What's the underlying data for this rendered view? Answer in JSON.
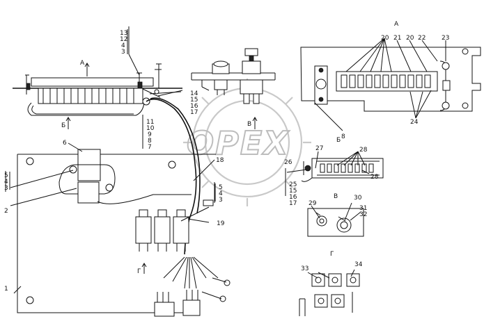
{
  "watermark": {
    "text": "OPEX"
  },
  "views": {
    "a": "А",
    "b": "Б",
    "v": "В",
    "g": "Г"
  },
  "view_arrows": {
    "a": "А",
    "b": "Б",
    "v": "В",
    "g": "Г"
  },
  "callouts": {
    "n1": "1",
    "n2": "2",
    "n3": "3",
    "n4": "4",
    "n5": "5",
    "n6": "6",
    "n7": "7",
    "n8": "8",
    "n9": "9",
    "n10": "10",
    "n11": "11",
    "n12": "12",
    "n13": "13",
    "n14": "14",
    "n15": "15",
    "n16": "16",
    "n17": "17",
    "n18": "18",
    "n19": "19",
    "n20": "20",
    "n21": "21",
    "n22": "22",
    "n23": "23",
    "n24": "24",
    "n25": "25",
    "n26": "26",
    "n27": "27",
    "n28": "28",
    "n29": "29",
    "n30": "30",
    "n31": "31",
    "n32": "32",
    "n33": "33",
    "n34": "34"
  },
  "callout_stacks": {
    "top_left": [
      "13",
      "12",
      "4",
      "3"
    ],
    "mid": [
      "11",
      "10",
      "9",
      "8",
      "7"
    ],
    "right_upper": [
      "14",
      "15",
      "16",
      "17"
    ],
    "left_plate": [
      "5",
      "4",
      "3"
    ],
    "harness": [
      "5",
      "4",
      "3"
    ],
    "view_b_left": [
      "25",
      "15",
      "16",
      "17"
    ]
  }
}
